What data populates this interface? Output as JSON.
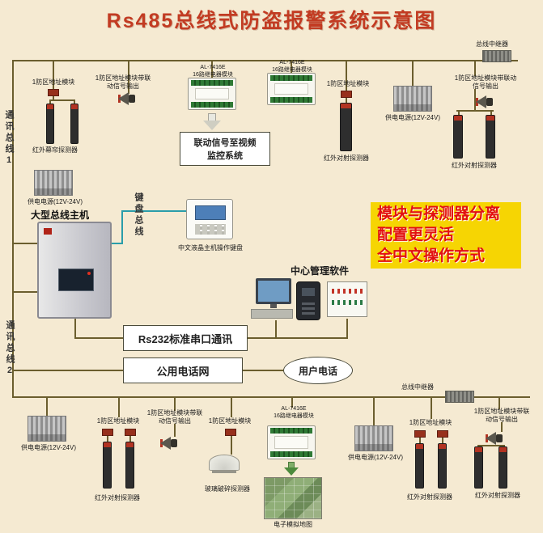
{
  "title": "Rs485总线式防盗报警系统示意图",
  "buses": {
    "bus1_label": "通讯总线1",
    "bus2_label": "通讯总线2",
    "keyboard_bus_label": "键盘总线",
    "repeater_label": "总线中继器"
  },
  "labels": {
    "zone_module": "1防区地址模块",
    "zone_module_linkage": "1防区地址模块带联动信号输出",
    "relay_model": "AL-7416E",
    "relay_name": "16路继电器模块",
    "psu": "供电电源(12V-24V)",
    "ir_curtain": "红外幕帘探测器",
    "ir_beam": "红外对射探测器",
    "glass_break": "玻璃破碎探测器",
    "host": "大型总线主机",
    "keypad": "中文液晶主机操作键盘",
    "software": "中心管理软件",
    "emap": "电子模拟地图"
  },
  "boxes": {
    "linkage_line1": "联动信号至视频",
    "linkage_line2": "监控系统",
    "rs232": "Rs232标准串口通讯",
    "pstn": "公用电话网",
    "user_phone": "用户电话"
  },
  "highlight": {
    "line1": "模块与探测器分离",
    "line2": "配置更灵活",
    "line3": "全中文操作方式"
  },
  "colors": {
    "background": "#f5ead2",
    "bus_line": "#6b5e2e",
    "title": "#c23b22",
    "highlight_bg": "#f6d503",
    "highlight_text": "#e21010",
    "keyboard_bus_line": "#2a9daa"
  }
}
